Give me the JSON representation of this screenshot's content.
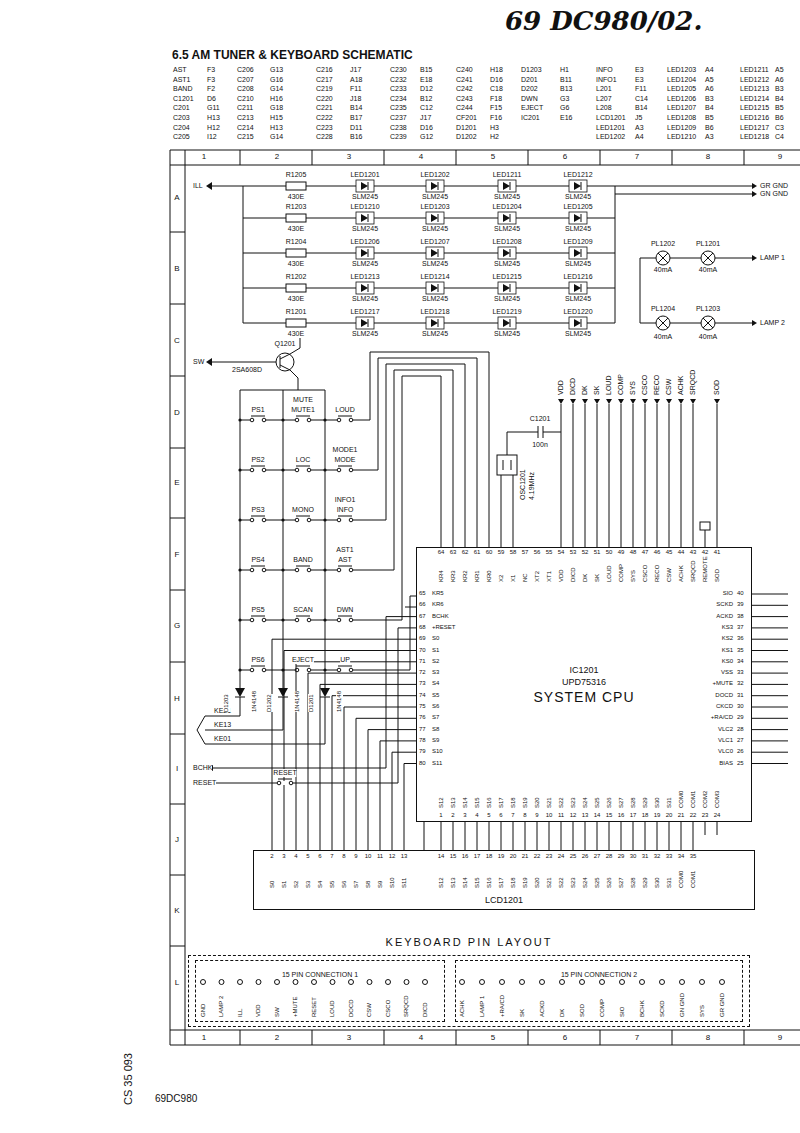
{
  "diagram": {
    "title": "6.5 AM TUNER & KEYBOARD SCHEMATIC",
    "nodes": [
      {
        "text": [
          "IC1201",
          "UPD75316",
          "SYSTEM CPU"
        ]
      },
      {
        "text": [
          "LCD1201"
        ]
      },
      {
        "text": [
          "KEYBOARD PIN LAYOUT"
        ]
      },
      {
        "text": [
          "15 PIN CONNECTION 1"
        ],
        "in": 2
      },
      {
        "text": [
          "15 PIN CONNECTION 2"
        ],
        "in": 2
      }
    ],
    "edges": [
      {
        "from": 0,
        "to": 1,
        "arrow": "none"
      }
    ],
    "labels": [
      "69 DC980/02.",
      "AST",
      "F3",
      "AST1",
      "F3",
      "BAND",
      "F2",
      "C1201",
      "D6",
      "C201",
      "G11",
      "C203",
      "H13",
      "C204",
      "H12",
      "C205",
      "I12",
      "C206",
      "G13",
      "C207",
      "G16",
      "C208",
      "G14",
      "C210",
      "H16",
      "C211",
      "G18",
      "C213",
      "H15",
      "C214",
      "H13",
      "C215",
      "G14",
      "C216",
      "J17",
      "C217",
      "A18",
      "C219",
      "F11",
      "C220",
      "J18",
      "C221",
      "B14",
      "C222",
      "B17",
      "C223",
      "D11",
      "C228",
      "B16",
      "C230",
      "B15",
      "C232",
      "E18",
      "C233",
      "D12",
      "C234",
      "B12",
      "C235",
      "C12",
      "C237",
      "J17",
      "C238",
      "D16",
      "C239",
      "G12",
      "C240",
      "H18",
      "C241",
      "D16",
      "C242",
      "C18",
      "C243",
      "F18",
      "C244",
      "F15",
      "CF201",
      "F16",
      "D1201",
      "H3",
      "D1202",
      "H2",
      "D1203",
      "H1",
      "D201",
      "B11",
      "D202",
      "B13",
      "DWN",
      "G3",
      "EJECT",
      "G6",
      "IC201",
      "E16",
      "INFO",
      "E3",
      "INFO1",
      "E3",
      "L201",
      "F11",
      "L207",
      "C14",
      "L208",
      "B14",
      "LCD1201",
      "J5",
      "LED1201",
      "A3",
      "LED1202",
      "A4",
      "LED1203",
      "A4",
      "LED1204",
      "A5",
      "LED1205",
      "A6",
      "LED1206",
      "B3",
      "LED1207",
      "B4",
      "LED1208",
      "B5",
      "LED1209",
      "B6",
      "LED1210",
      "A3",
      "LED1211",
      "A5",
      "LED1212",
      "A6",
      "LED1213",
      "B3",
      "LED1214",
      "B4",
      "LED1215",
      "B5",
      "LED1216",
      "B6",
      "LED1217",
      "C3",
      "LED1218",
      "C4",
      "1",
      "2",
      "3",
      "4",
      "5",
      "6",
      "7",
      "8",
      "9",
      "1",
      "2",
      "3",
      "4",
      "5",
      "6",
      "7",
      "8",
      "9",
      "A",
      "B",
      "C",
      "D",
      "E",
      "F",
      "G",
      "H",
      "I",
      "J",
      "K",
      "L",
      "LED1201",
      "SLM245",
      "LED1202",
      "SLM245",
      "LED1211",
      "SLM245",
      "LED1212",
      "SLM245",
      "LED1210",
      "SLM245",
      "LED1203",
      "SLM245",
      "LED1204",
      "SLM245",
      "LED1205",
      "SLM245",
      "LED1206",
      "SLM245",
      "LED1207",
      "SLM245",
      "LED1208",
      "SLM245",
      "LED1209",
      "SLM245",
      "LED1213",
      "SLM245",
      "LED1214",
      "SLM245",
      "LED1215",
      "SLM245",
      "LED1216",
      "SLM245",
      "LED1217",
      "SLM245",
      "LED1218",
      "SLM245",
      "LED1219",
      "SLM245",
      "LED1220",
      "SLM245",
      "R1205",
      "430E",
      "R1203",
      "430E",
      "R1204",
      "430E",
      "R1202",
      "430E",
      "R1201",
      "430E",
      "PL1202",
      "40mA",
      "PL1201",
      "40mA",
      "PL1204",
      "40mA",
      "PL1203",
      "40mA",
      "GR GND",
      "GN GND",
      "LAMP 1",
      "LAMP 2",
      "ILL",
      "SW",
      "Q1201",
      "2SA608D",
      "C1201",
      "100n",
      "OSC1201",
      "4.19MHz",
      "BCHK",
      "RESET",
      "RESET",
      "KE21",
      "KE13",
      "KE01",
      "D1203",
      "1N4148",
      "D1202",
      "1N4148",
      "D1201",
      "1N4148",
      "CS 35 093",
      "69DC980",
      "PS1",
      "MUTE",
      "MUTE1",
      "LOUD",
      "PS2",
      "LOC",
      "MODE1",
      "MODE",
      "PS3",
      "MONO",
      "INFO1",
      "INFO",
      "PS4",
      "BAND",
      "AST1",
      "AST",
      "PS5",
      "SCAN",
      "DWN",
      "PS6",
      "EJECT",
      "UP",
      "VDD",
      "DICD",
      "DK",
      "SK",
      "LOUD",
      "COMP",
      "SYS",
      "CSCO",
      "RECO",
      "CSW",
      "ACHK",
      "SRQCD",
      "SOD",
      "64",
      "KR4",
      "63",
      "KR3",
      "62",
      "KR2",
      "61",
      "KR1",
      "60",
      "KR0",
      "59",
      "X2",
      "58",
      "X1",
      "57",
      "NC",
      "56",
      "XT2",
      "55",
      "XT1",
      "54",
      "VDD",
      "53",
      "DICD",
      "52",
      "DK",
      "51",
      "SK",
      "50",
      "LOUD",
      "49",
      "COMP",
      "48",
      "SYS",
      "47",
      "CSCO",
      "46",
      "RECO",
      "45",
      "CSW",
      "44",
      "ACHK",
      "43",
      "SRQCD",
      "42",
      "REMOTE",
      "41",
      "SOD",
      "65",
      "KR5",
      "66",
      "KR6",
      "67",
      "BCHK",
      "68",
      "+RESET",
      "69",
      "S0",
      "70",
      "S1",
      "71",
      "S2",
      "72",
      "S3",
      "73",
      "S4",
      "74",
      "S5",
      "75",
      "S6",
      "76",
      "S7",
      "77",
      "S8",
      "78",
      "S9",
      "79",
      "S10",
      "80",
      "S11",
      "40",
      "SIO",
      "39",
      "SCKD",
      "38",
      "ACKD",
      "37",
      "KS3",
      "36",
      "KS2",
      "35",
      "KS1",
      "34",
      "KS0",
      "33",
      "VSS",
      "32",
      "+MUTE",
      "31",
      "DOCD",
      "30",
      "CKCD",
      "29",
      "+RA/CD",
      "28",
      "VLC2",
      "27",
      "VLC1",
      "26",
      "VLC0",
      "25",
      "BIAS",
      "1",
      "S12",
      "2",
      "S13",
      "3",
      "S14",
      "4",
      "S15",
      "5",
      "S16",
      "6",
      "S17",
      "7",
      "S18",
      "8",
      "S19",
      "9",
      "S20",
      "10",
      "S21",
      "11",
      "S22",
      "12",
      "S23",
      "13",
      "S24",
      "14",
      "S25",
      "15",
      "S26",
      "16",
      "S27",
      "17",
      "S28",
      "18",
      "S29",
      "19",
      "S30",
      "20",
      "S31",
      "21",
      "COM0",
      "22",
      "COM1",
      "23",
      "COM2",
      "24",
      "COM3",
      "2",
      "S0",
      "3",
      "S1",
      "4",
      "S2",
      "5",
      "S3",
      "6",
      "S4",
      "7",
      "S5",
      "8",
      "S6",
      "9",
      "S7",
      "10",
      "S8",
      "11",
      "S9",
      "12",
      "S10",
      "13",
      "S11",
      "14",
      "S12",
      "15",
      "S13",
      "16",
      "S14",
      "17",
      "S15",
      "18",
      "S16",
      "19",
      "S17",
      "20",
      "S18",
      "21",
      "S19",
      "22",
      "S20",
      "23",
      "S21",
      "24",
      "S22",
      "25",
      "S23",
      "26",
      "S24",
      "27",
      "S25",
      "28",
      "S26",
      "29",
      "S27",
      "30",
      "S28",
      "31",
      "S29",
      "32",
      "S30",
      "33",
      "S31",
      "34",
      "COM0",
      "35",
      "COM1",
      "GND",
      "LAMP 2",
      "ILL",
      "VDD",
      "SW",
      "+MUTE",
      "RESET",
      "LOUD",
      "DOCD",
      "CSW",
      "CSCO",
      "SRQCD",
      "DICD",
      "ACHK",
      "LAMP 1",
      "+RA/CD",
      "SK",
      "ACKD",
      "DK",
      "SOD",
      "COMP",
      "SIO",
      "BCHK",
      "SCKD",
      "GN GND",
      "SYS",
      "GR GND"
    ]
  }
}
